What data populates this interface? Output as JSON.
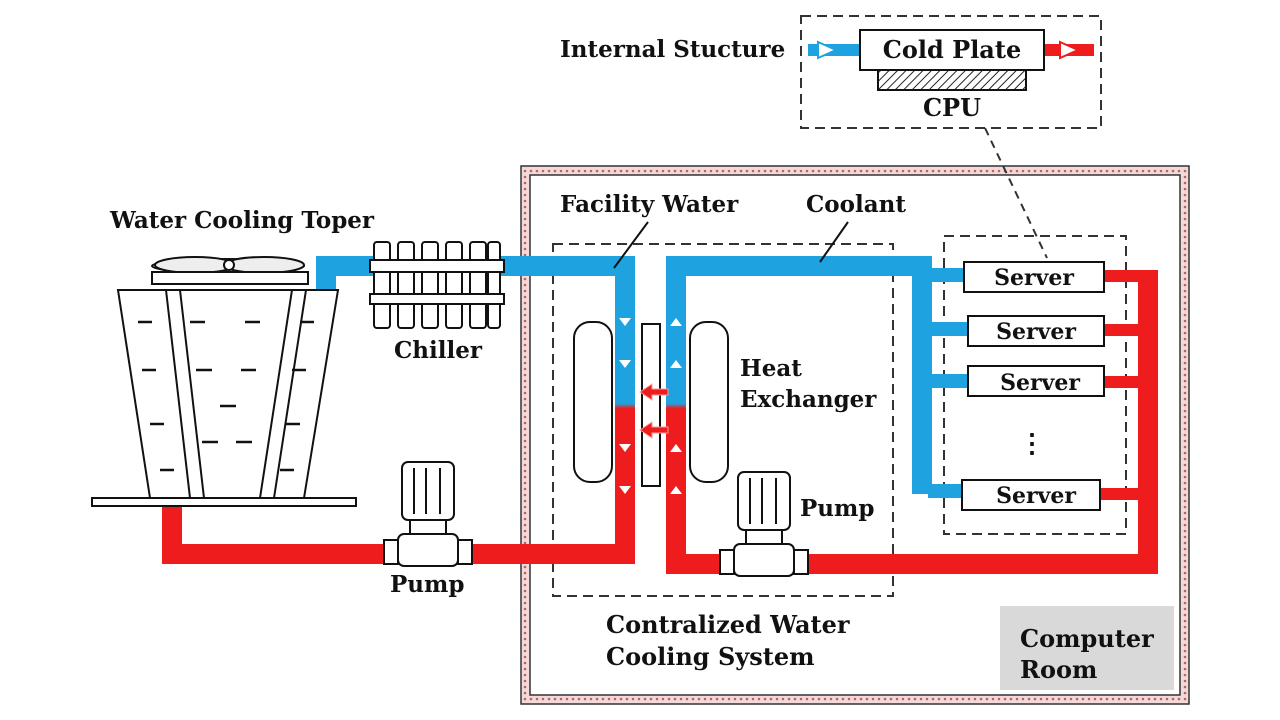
{
  "labels": {
    "internal_structure": "Internal Stucture",
    "cold_plate": "Cold Plate",
    "cpu": "CPU",
    "facility_water": "Facility Water",
    "coolant": "Coolant",
    "water_cooling_tower": "Water Cooling Toper",
    "chiller": "Chiller",
    "heat": "Heat",
    "exchanger": "Exchanger",
    "pump_left": "Pump",
    "pump_right": "Pump",
    "system_line1": "Contralized Water",
    "system_line2": "Cooling System",
    "room_line1": "Computer",
    "room_line2": "Room",
    "dots": "⋮"
  },
  "servers": [
    "Server",
    "Server",
    "Server",
    "Server"
  ],
  "colors": {
    "cold_pipe": "#1fa3e0",
    "hot_pipe": "#ee1c1c",
    "room_border": "#d9a0a0",
    "room_label_bg": "#d9d9d9",
    "dash": "#333333"
  }
}
